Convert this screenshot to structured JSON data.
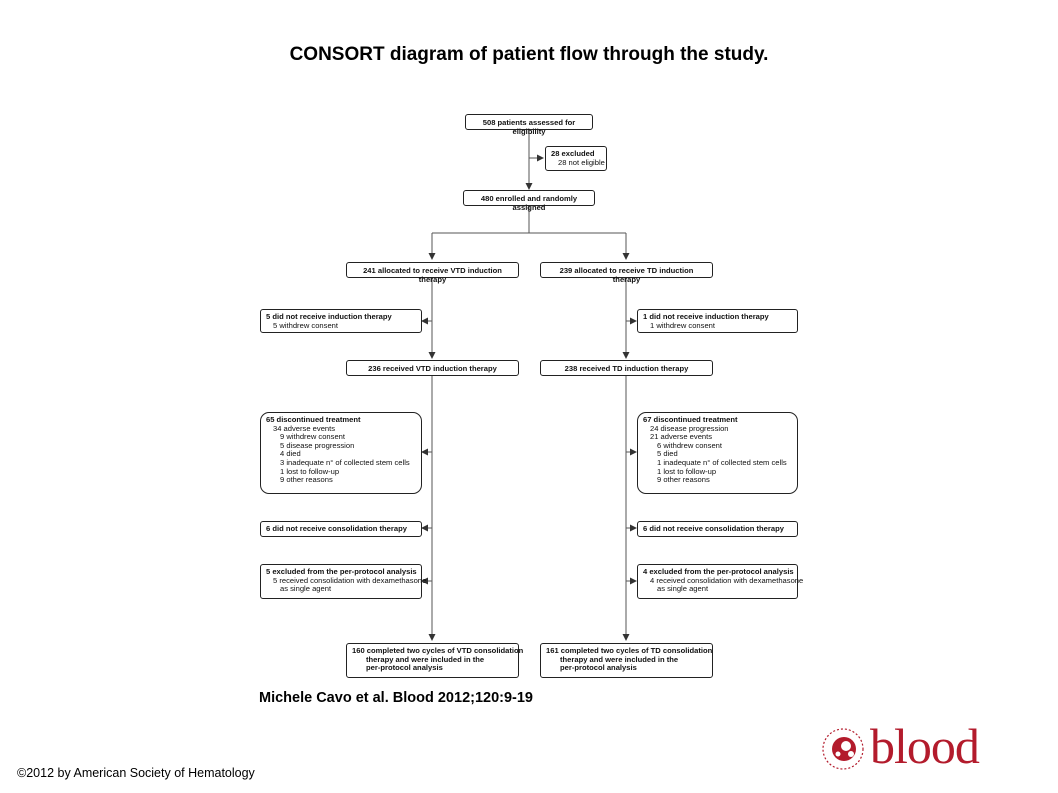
{
  "title": "CONSORT diagram of patient flow through the study.",
  "citation": "Michele Cavo et al. Blood 2012;120:9-19",
  "copyright": "©2012 by American Society of Hematology",
  "logo": {
    "text": "blood",
    "color": "#b31b2c"
  },
  "flow": {
    "assessed": "508 patients assessed for eligibility",
    "excluded_title": "28 excluded",
    "excluded_detail": "28 not eligible",
    "enrolled": "480 enrolled and randomly assigned",
    "vtd": {
      "allocated": "241 allocated to receive VTD induction therapy",
      "no_induction_title": "5 did not receive induction therapy",
      "no_induction_detail": "5 withdrew consent",
      "received": "236 received VTD induction therapy",
      "discontinued_title": "65 discontinued treatment",
      "discontinued_items": [
        "34 adverse events",
        "9 withdrew consent",
        "5 disease progression",
        "4 died",
        "3 inadequate n° of collected stem cells",
        "1 lost to follow-up",
        "9 other reasons"
      ],
      "no_consolidation": "6 did not receive consolidation therapy",
      "pp_excluded_title": "5 excluded from the per-protocol analysis",
      "pp_excluded_line1": "5 received consolidation with dexamethasone",
      "pp_excluded_line2": "as single agent",
      "completed_line1": "160 completed two cycles of VTD consolidation",
      "completed_line2": "therapy and were included in the",
      "completed_line3": "per-protocol analysis"
    },
    "td": {
      "allocated": "239 allocated to receive TD induction therapy",
      "no_induction_title": "1 did not receive induction therapy",
      "no_induction_detail": "1 withdrew consent",
      "received": "238 received TD induction therapy",
      "discontinued_title": "67 discontinued treatment",
      "discontinued_items": [
        "24 disease progression",
        "21 adverse events",
        "6 withdrew consent",
        "5 died",
        "1 inadequate n° of collected stem cells",
        "1 lost to follow-up",
        "9 other reasons"
      ],
      "no_consolidation": "6 did not receive consolidation therapy",
      "pp_excluded_title": "4 excluded from the per-protocol analysis",
      "pp_excluded_line1": "4 received consolidation with dexamethasone",
      "pp_excluded_line2": "as single agent",
      "completed_line1": "161 completed two cycles of TD consolidation",
      "completed_line2": "therapy and were included in the",
      "completed_line3": "per-protocol analysis"
    }
  }
}
